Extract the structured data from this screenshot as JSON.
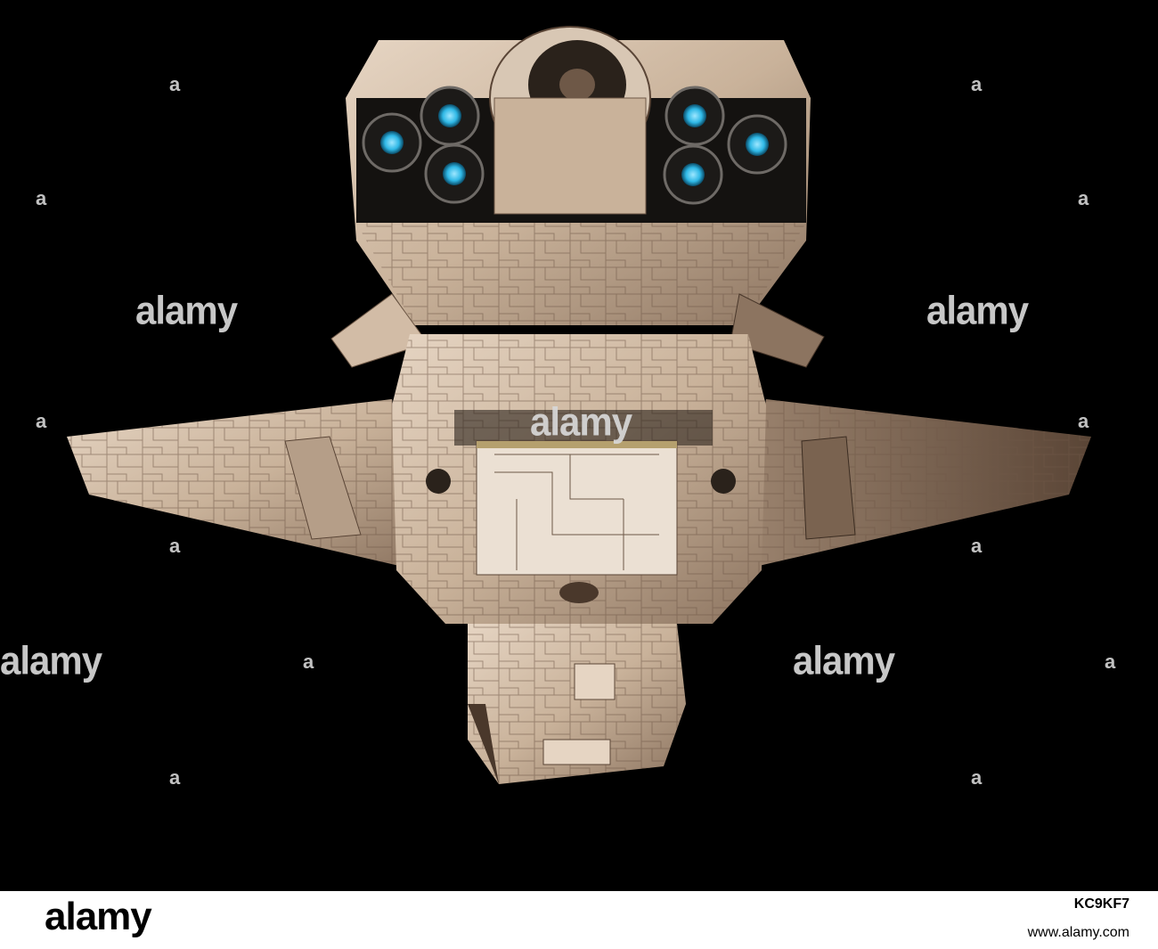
{
  "image": {
    "subject": "spaceship-hull-render",
    "background": "#000000",
    "hull_color": "#c9b29a",
    "engine_glow": "#2fb8e6"
  },
  "watermark": {
    "text": "alamy",
    "mark": "a"
  },
  "footer": {
    "logo": "alamy",
    "image_id": "KC9KF7",
    "url": "www.alamy.com"
  }
}
